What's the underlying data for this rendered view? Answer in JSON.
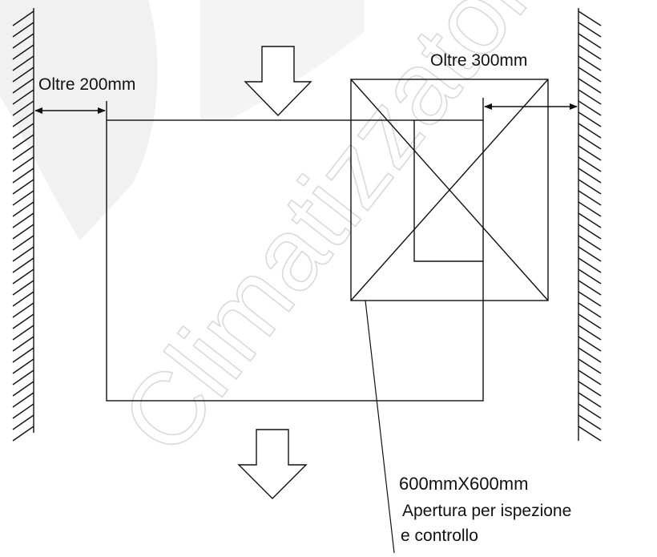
{
  "labels": {
    "left_clearance": "Oltre 200mm",
    "right_clearance": "Oltre 300mm",
    "opening_size": "600mmX600mm",
    "opening_desc_line1": "Apertura per ispezione",
    "opening_desc_line2": "e controllo"
  },
  "watermark": {
    "text": "Climatizzatori",
    "color": "#d9d9d9"
  },
  "colors": {
    "line": "#111111",
    "background": "#ffffff",
    "logo_shape": "#e6e6e6"
  }
}
